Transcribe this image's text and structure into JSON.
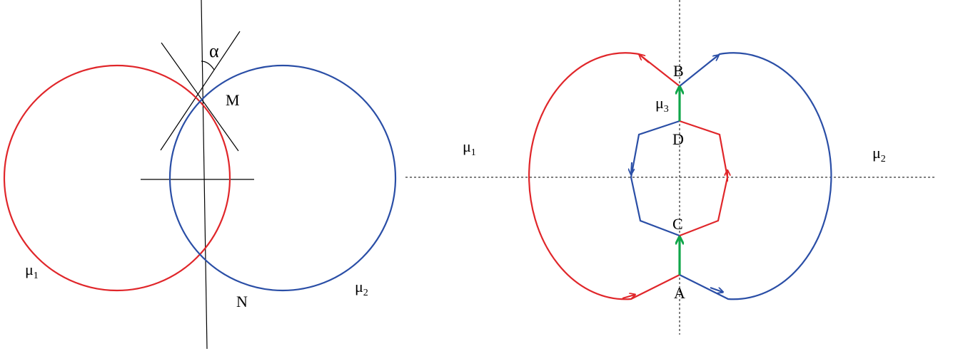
{
  "colors": {
    "circle_1": "#e0262a",
    "circle_2": "#2a4ea6",
    "path_3": "#10a64a",
    "lines": "#000000"
  },
  "left": {
    "angle_label": "α",
    "point_m": "M",
    "point_n": "N",
    "mu1": {
      "base": "μ",
      "sub": "1"
    },
    "mu2": {
      "base": "μ",
      "sub": "2"
    }
  },
  "right": {
    "point_a": "A",
    "point_b": "B",
    "point_c": "C",
    "point_d": "D",
    "mu1": {
      "base": "μ",
      "sub": "1"
    },
    "mu2": {
      "base": "μ",
      "sub": "2"
    },
    "mu3": {
      "base": "μ",
      "sub": "3"
    }
  }
}
